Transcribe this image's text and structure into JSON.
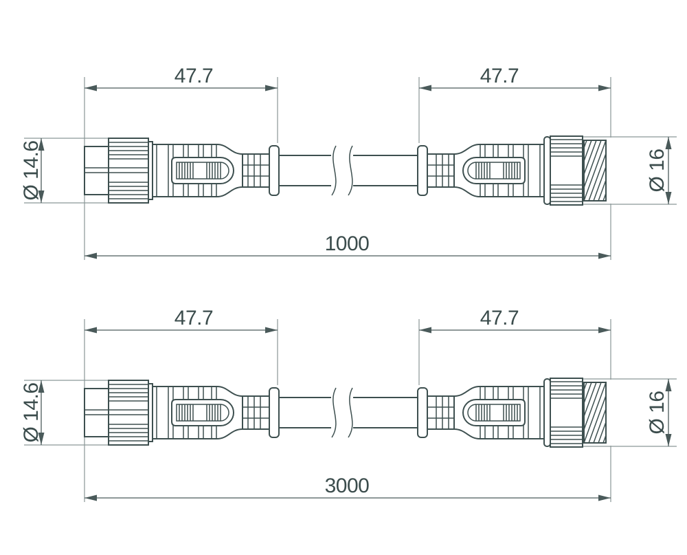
{
  "drawing": {
    "type": "technical-dimension-drawing",
    "subject": "waterproof cable with male and female circular connectors, broken-length view",
    "stroke_color": "#3d4f4f",
    "dimension_color": "#4a5a5a",
    "extension_color": "#8a9696",
    "background_color": "#ffffff",
    "views": [
      {
        "id": "top",
        "connector_left_length": "47.7",
        "connector_right_length": "47.7",
        "total_length": "1000",
        "diameter_left": "Ø 14.6",
        "diameter_right": "Ø 16"
      },
      {
        "id": "bottom",
        "connector_left_length": "47.7",
        "connector_right_length": "47.7",
        "total_length": "3000",
        "diameter_left": "Ø 14.6",
        "diameter_right": "Ø 16"
      }
    ]
  }
}
